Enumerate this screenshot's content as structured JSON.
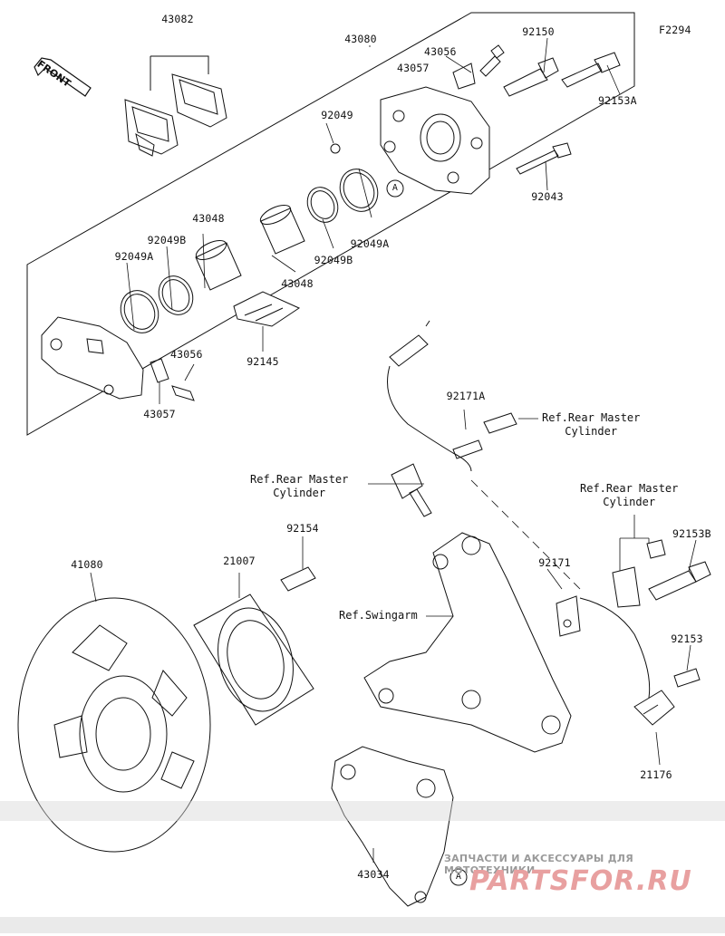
{
  "figure_code": "F2294",
  "front_label": "FRONT",
  "parts": {
    "p43082": "43082",
    "p43080": "43080",
    "p43056_top": "43056",
    "p43057_top": "43057",
    "p92150": "92150",
    "p92153A": "92153A",
    "p92049": "92049",
    "p92043": "92043",
    "p43048_left": "43048",
    "p92049B_left": "92049B",
    "p92049A_left": "92049A",
    "p43048_mid": "43048",
    "p92049B_mid": "92049B",
    "p92049A_right": "92049A",
    "p92145": "92145",
    "p43056_bot": "43056",
    "p43057_bot": "43057",
    "p92171A": "92171A",
    "p92154": "92154",
    "p21007": "21007",
    "p41080": "41080",
    "p92171": "92171",
    "p92153B": "92153B",
    "p92153": "92153",
    "p21176": "21176",
    "p43034": "43034"
  },
  "refs": {
    "rear_master_cyl_1_line1": "Ref.Rear Master",
    "rear_master_cyl_1_line2": "Cylinder",
    "rear_master_cyl_2_line1": "Ref.Rear Master",
    "rear_master_cyl_2_line2": "Cylinder",
    "rear_master_cyl_3_line1": "Ref.Rear Master",
    "rear_master_cyl_3_line2": "Cylinder",
    "swingarm": "Ref.Swingarm"
  },
  "marker_A": "A",
  "watermark": {
    "line1": "ЗАПЧАСТИ И АКСЕССУАРЫ ДЛЯ МОТОТЕХНИКИ",
    "line2": "PARTSFOR.RU"
  }
}
